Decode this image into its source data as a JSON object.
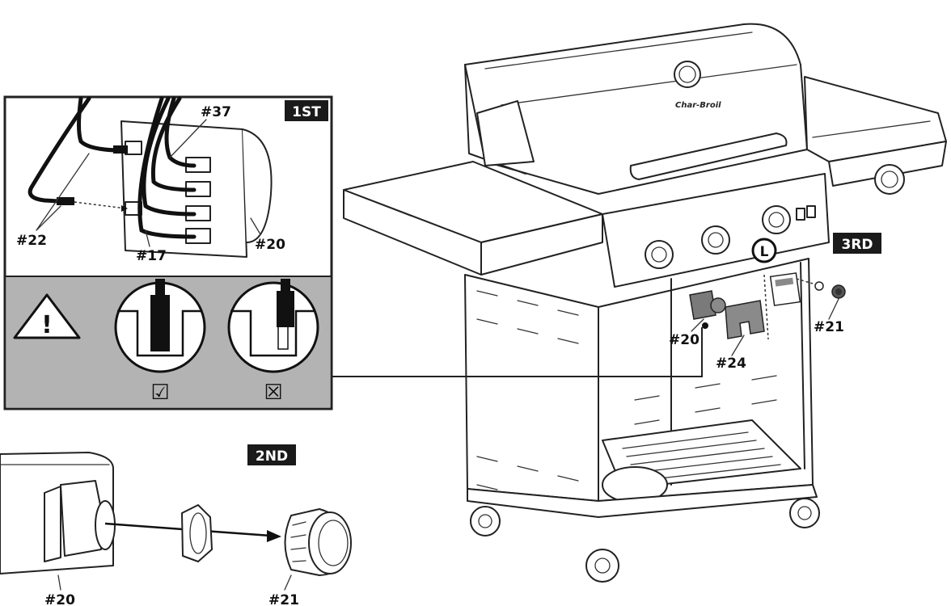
{
  "step_badges": {
    "first": "1ST",
    "second": "2ND",
    "third": "3RD"
  },
  "callout_circle_letter": "L",
  "part_labels": {
    "inset_22": "#22",
    "inset_37": "#37",
    "inset_17": "#17",
    "inset_20": "#20",
    "grill_20": "#20",
    "grill_24": "#24",
    "grill_21": "#21",
    "detail_20": "#20",
    "detail_21": "#21"
  },
  "check_marks": {
    "correct": "☑",
    "incorrect": "☒"
  },
  "warning_symbol": "!",
  "colors": {
    "badge_bg": "#1a1a1a",
    "warning_panel": "#b3b3b3",
    "part_grey": "#8a8a8a"
  }
}
